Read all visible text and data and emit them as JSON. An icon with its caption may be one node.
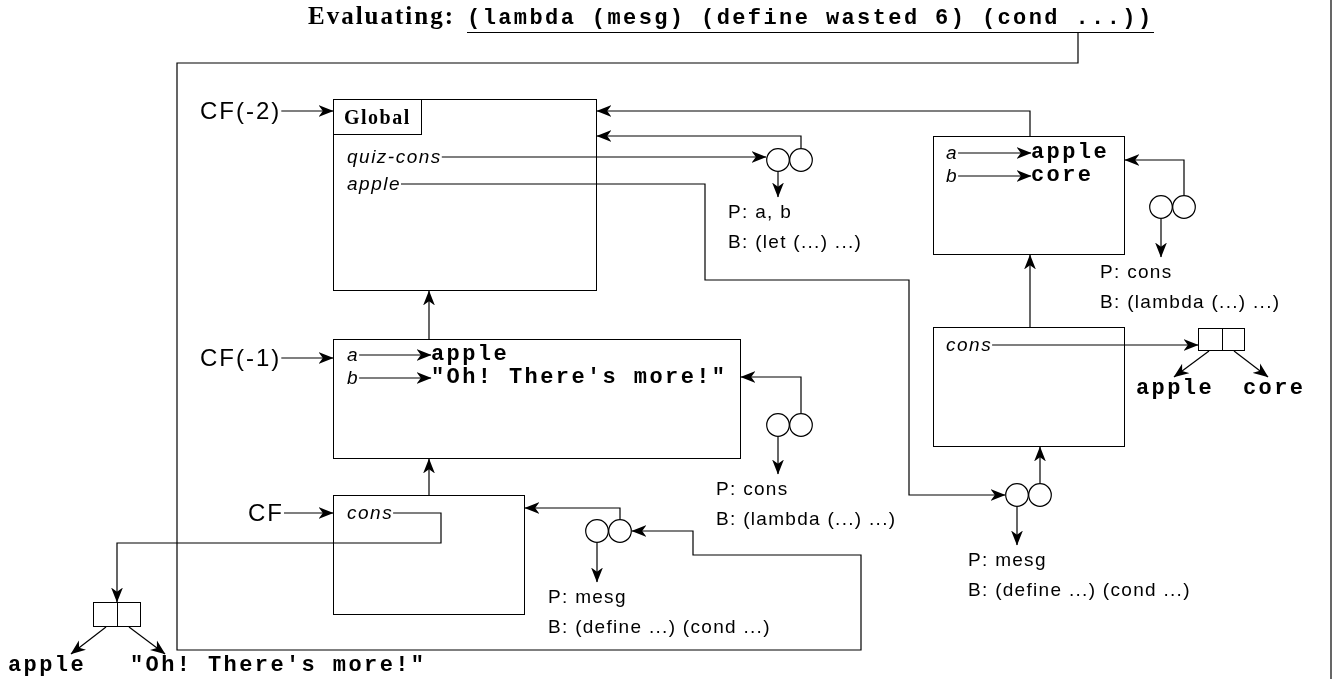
{
  "diagram": {
    "nodes": [
      {
        "text": [
          "Evaluating:",
          "(lambda (mesg) (define wasted 6) (cond ...))"
        ]
      },
      {
        "text": [
          "CF(-2)"
        ]
      },
      {
        "text": [
          "Global"
        ]
      },
      {
        "text": [
          "quiz-cons"
        ],
        "in": 2
      },
      {
        "text": [
          "apple"
        ],
        "in": 2
      },
      {
        "text": [],
        "shape": "circle"
      },
      {
        "text": [
          "P: a, b",
          "B: (let (...) ...)"
        ]
      },
      {
        "text": [],
        "shape": "box"
      },
      {
        "text": [
          "a"
        ],
        "in": 7
      },
      {
        "text": [
          "apple"
        ],
        "in": 7
      },
      {
        "text": [
          "b"
        ],
        "in": 7
      },
      {
        "text": [
          "core"
        ],
        "in": 7
      },
      {
        "text": [],
        "shape": "circle"
      },
      {
        "text": [
          "P: cons",
          "B: (lambda (...) ...)"
        ]
      },
      {
        "text": [],
        "shape": "box"
      },
      {
        "text": [
          "cons"
        ],
        "in": 14
      },
      {
        "text": [],
        "shape": "box"
      },
      {
        "text": [
          "apple"
        ]
      },
      {
        "text": [
          "core"
        ]
      },
      {
        "text": [],
        "shape": "circle"
      },
      {
        "text": [
          "P: mesg",
          "B: (define ...) (cond ...)"
        ]
      },
      {
        "text": [
          "CF(-1)"
        ]
      },
      {
        "text": [],
        "shape": "box"
      },
      {
        "text": [
          "a"
        ],
        "in": 22
      },
      {
        "text": [
          "apple"
        ],
        "in": 22
      },
      {
        "text": [
          "b"
        ],
        "in": 22
      },
      {
        "text": [
          "\"Oh! There's more!\""
        ],
        "in": 22
      },
      {
        "text": [],
        "shape": "circle"
      },
      {
        "text": [
          "P: cons",
          "B: (lambda (...) ...)"
        ]
      },
      {
        "text": [
          "CF"
        ]
      },
      {
        "text": [],
        "shape": "box"
      },
      {
        "text": [
          "cons"
        ],
        "in": 30
      },
      {
        "text": [],
        "shape": "circle"
      },
      {
        "text": [
          "P: mesg",
          "B: (define ...) (cond ...)"
        ]
      },
      {
        "text": [],
        "shape": "box"
      },
      {
        "text": [
          "apple"
        ]
      },
      {
        "text": [
          "\"Oh! There's more!\""
        ]
      }
    ],
    "edges": [
      {
        "from": 0,
        "to": 32,
        "arrow": "to"
      },
      {
        "from": 1,
        "to": 2,
        "arrow": "to"
      },
      {
        "from": 3,
        "to": 5,
        "arrow": "to"
      },
      {
        "from": 5,
        "to": 2,
        "arrow": "to"
      },
      {
        "from": 5,
        "to": 6,
        "arrow": "to"
      },
      {
        "from": 4,
        "to": 19,
        "arrow": "to"
      },
      {
        "from": 7,
        "to": 2,
        "arrow": "to"
      },
      {
        "from": 8,
        "to": 9,
        "arrow": "to"
      },
      {
        "from": 10,
        "to": 11,
        "arrow": "to"
      },
      {
        "from": 12,
        "to": 7,
        "arrow": "to"
      },
      {
        "from": 12,
        "to": 13,
        "arrow": "to"
      },
      {
        "from": 14,
        "to": 7,
        "arrow": "to"
      },
      {
        "from": 15,
        "to": 16,
        "arrow": "to"
      },
      {
        "from": 16,
        "to": 17,
        "arrow": "to"
      },
      {
        "from": 16,
        "to": 18,
        "arrow": "to"
      },
      {
        "from": 19,
        "to": 14,
        "arrow": "to"
      },
      {
        "from": 19,
        "to": 20,
        "arrow": "to"
      },
      {
        "from": 21,
        "to": 22,
        "arrow": "to"
      },
      {
        "from": 22,
        "to": 2,
        "arrow": "to"
      },
      {
        "from": 23,
        "to": 24,
        "arrow": "to"
      },
      {
        "from": 25,
        "to": 26,
        "arrow": "to"
      },
      {
        "from": 27,
        "to": 22,
        "arrow": "to"
      },
      {
        "from": 27,
        "to": 28,
        "arrow": "to"
      },
      {
        "from": 29,
        "to": 30,
        "arrow": "to"
      },
      {
        "from": 30,
        "to": 22,
        "arrow": "to"
      },
      {
        "from": 31,
        "to": 34,
        "arrow": "to"
      },
      {
        "from": 32,
        "to": 30,
        "arrow": "to"
      },
      {
        "from": 32,
        "to": 33,
        "arrow": "to"
      },
      {
        "from": 34,
        "to": 35,
        "arrow": "to"
      },
      {
        "from": 34,
        "to": 36,
        "arrow": "to"
      }
    ]
  }
}
